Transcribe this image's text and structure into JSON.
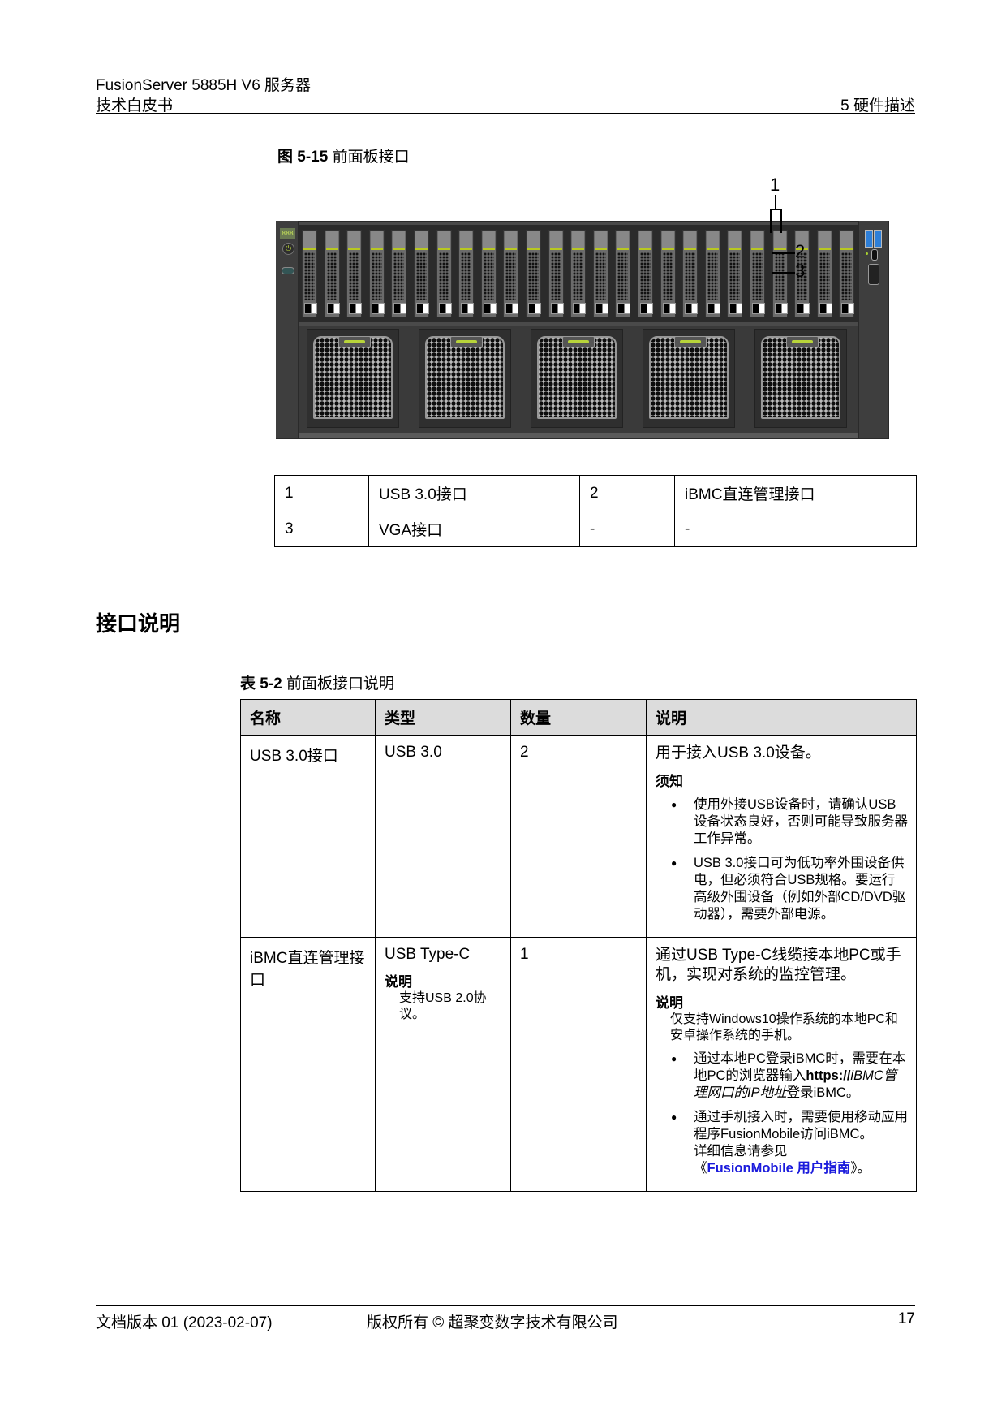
{
  "header": {
    "product": "FusionServer 5885H V6 服务器",
    "doc_type": "技术白皮书",
    "chapter": "5 硬件描述"
  },
  "figure": {
    "caption_number": "图 5-15",
    "caption_title": "前面板接口",
    "callouts": [
      "1",
      "2",
      "3"
    ],
    "drive_bay_count": 25,
    "fan_module_count": 5,
    "seg_display": "888",
    "colors": {
      "usb_port": "#2e7fd8",
      "accent_led": "#b8d43a",
      "chassis": "#4a4a4a"
    }
  },
  "legend_table": {
    "rows": [
      [
        "1",
        "USB 3.0接口",
        "2",
        "iBMC直连管理接口"
      ],
      [
        "3",
        "VGA接口",
        "-",
        "-"
      ]
    ]
  },
  "section": {
    "title": "接口说明"
  },
  "interface_table": {
    "caption_number": "表 5-2",
    "caption_title": "前面板接口说明",
    "headers": [
      "名称",
      "类型",
      "数量",
      "说明"
    ],
    "rows": [
      {
        "name": "USB 3.0接口",
        "type": "USB 3.0",
        "type_note_title": "",
        "type_note": "",
        "count": "2",
        "desc": "用于接入USB 3.0设备。",
        "note_title": "须知",
        "note_text": "",
        "bullets": [
          "使用外接USB设备时，请确认USB设备状态良好，否则可能导致服务器工作异常。",
          "USB 3.0接口可为低功率外围设备供电，但必须符合USB规格。要运行高级外围设备（例如外部CD/DVD驱动器），需要外部电源。"
        ]
      },
      {
        "name": "iBMC直连管理接口",
        "type": "USB Type-C",
        "type_note_title": "说明",
        "type_note": "支持USB 2.0协议。",
        "count": "1",
        "desc": "通过USB Type-C线缆接本地PC或手机，实现对系统的监控管理。",
        "note_title": "说明",
        "note_text": "仅支持Windows10操作系统的本地PC和安卓操作系统的手机。",
        "bullet1_pre": "通过本地PC登录iBMC时，需要在本地PC的浏览器输入",
        "bullet1_bold": "https://",
        "bullet1_italic": "iBMC管理网口的IP地址",
        "bullet1_post": "登录iBMC。",
        "bullet2_pre": "通过手机接入时，需要使用移动应用程序FusionMobile访问iBMC。",
        "bullet2_ref": "详细信息请参见",
        "bullet2_link": "FusionMobile 用户指南",
        "bullet2_open": "《",
        "bullet2_close": "》。"
      }
    ]
  },
  "footer": {
    "version": "文档版本 01 (2023-02-07)",
    "copyright": "版权所有 © 超聚变数字技术有限公司",
    "page": "17"
  }
}
